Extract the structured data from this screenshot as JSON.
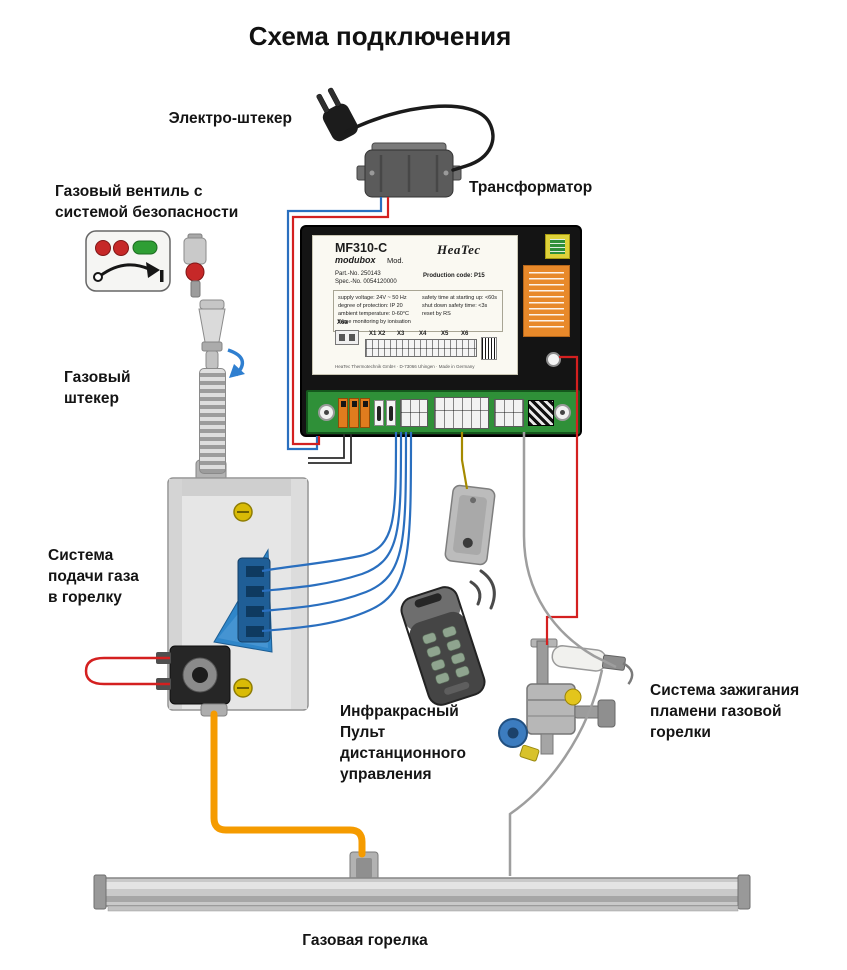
{
  "title": "Схема подключения",
  "labels": {
    "electro_plug": "Электро-штекер",
    "transformer": "Трансформатор",
    "gas_valve": [
      "Газовый вентиль с",
      "системой безопасности"
    ],
    "gas_plug": [
      "Газовый",
      "штекер"
    ],
    "gas_supply": [
      "Система",
      "подачи газа",
      "в горелку"
    ],
    "remote": [
      "Инфракрасный",
      "Пульт",
      "дистанционного",
      "управления"
    ],
    "ignition": [
      "Система зажигания",
      "пламени газовой",
      "горелки"
    ],
    "burner": "Газовая горелка"
  },
  "control_unit": {
    "model": "MF310-C",
    "series": "modubox",
    "mod": "Mod.",
    "brand": "HeaTec",
    "part_no": "Part.-No. 250143",
    "spec_no": "Spec.-No. 0054120000",
    "production_code": "Production code: P15",
    "specs_left": [
      "supply voltage: 24V ~ 50 Hz",
      "degree of protection: IP 20",
      "ambient temperature: 0-60°C",
      "flame monitoring by ionisation"
    ],
    "specs_right": [
      "safety time at starting up: <60s",
      "shut down safety time: <3s",
      "reset by RS"
    ],
    "terminals": [
      "X6a",
      "X1 X2",
      "X3",
      "X4",
      "X5",
      "X6"
    ],
    "footer": "HeaTec Thermotechnik GmbH · D-73066 Uhingen · Made in Germany"
  },
  "colors": {
    "wire_red": "#d42020",
    "wire_blue": "#2a6fbf",
    "wire_orange": "#f59b00",
    "wire_gray": "#9e9e9e",
    "wire_olive": "#a58a00",
    "pcb_green": "#2f9038",
    "warning_orange": "#e8892a"
  }
}
